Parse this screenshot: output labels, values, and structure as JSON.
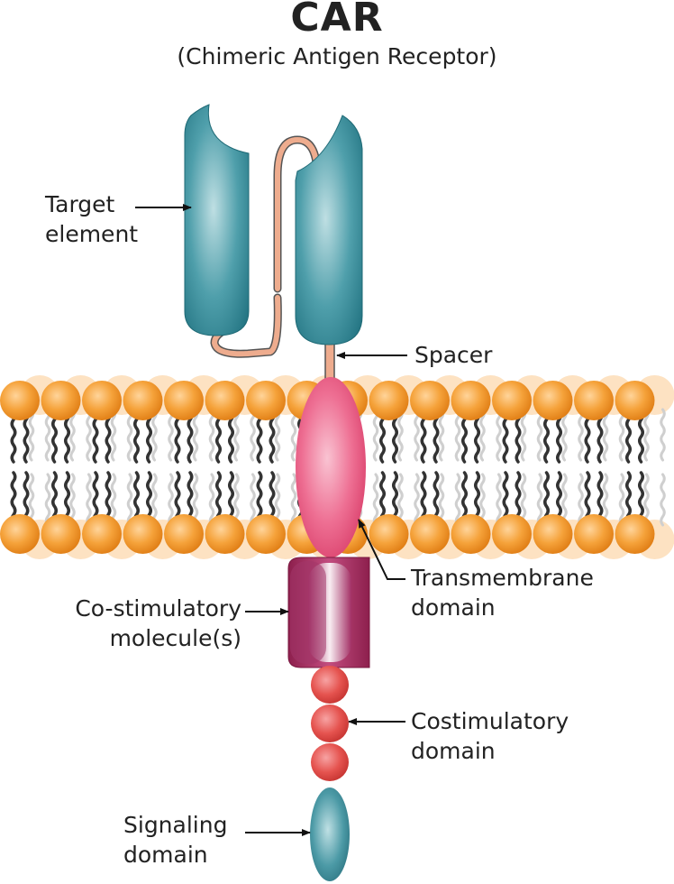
{
  "header": {
    "title": "CAR",
    "subtitle": "(Chimeric Antigen Receptor)"
  },
  "labels": {
    "target_element": [
      "Target",
      "element"
    ],
    "spacer": [
      "Spacer"
    ],
    "transmembrane_domain": [
      "Transmembrane",
      "domain"
    ],
    "costimulatory_molecules": [
      "Co-stimulatory",
      "molecule(s)"
    ],
    "costimulatory_domain": [
      "Costimulatory",
      "domain"
    ],
    "signaling_domain": [
      "Signaling",
      "domain"
    ]
  },
  "colors": {
    "target_element": "#2f8694",
    "spacer": "#eeac8e",
    "transmembrane": "#e5537a",
    "costim_molecule": "#a72d5e",
    "costim_domain": "#e24b4b",
    "signaling": "#2e7f8b",
    "lipid_head": "#f39a30",
    "lipid_tail": "#333333"
  }
}
